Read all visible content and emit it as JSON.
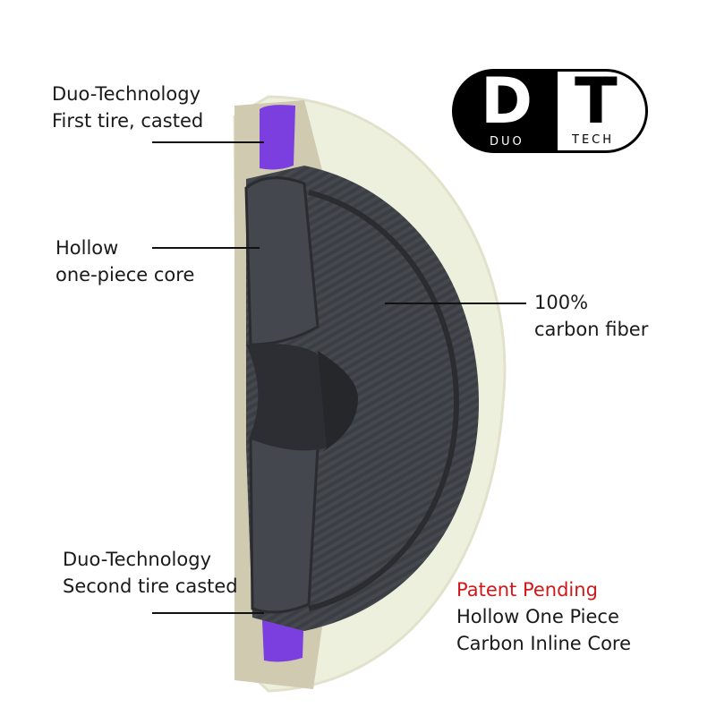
{
  "logo": {
    "big_left": "D",
    "big_right": "T",
    "small_left": "DUO",
    "small_right": "TECH"
  },
  "labels": {
    "first_tire": [
      "Duo-Technology",
      "First tire, casted"
    ],
    "core": [
      "Hollow",
      "one-piece core"
    ],
    "carbon": [
      "100%",
      "carbon fiber"
    ],
    "second_tire": [
      "Duo-Technology",
      "Second tire casted"
    ],
    "patent": {
      "highlight": "Patent Pending",
      "lines": [
        "Hollow One Piece",
        "Carbon Inline Core"
      ]
    }
  },
  "colors": {
    "tire": "#eef0de",
    "tire_edge": "#c9c4a8",
    "core": "#3a3d42",
    "purple": "#7b3fe0",
    "patent_red": "#d01818"
  }
}
